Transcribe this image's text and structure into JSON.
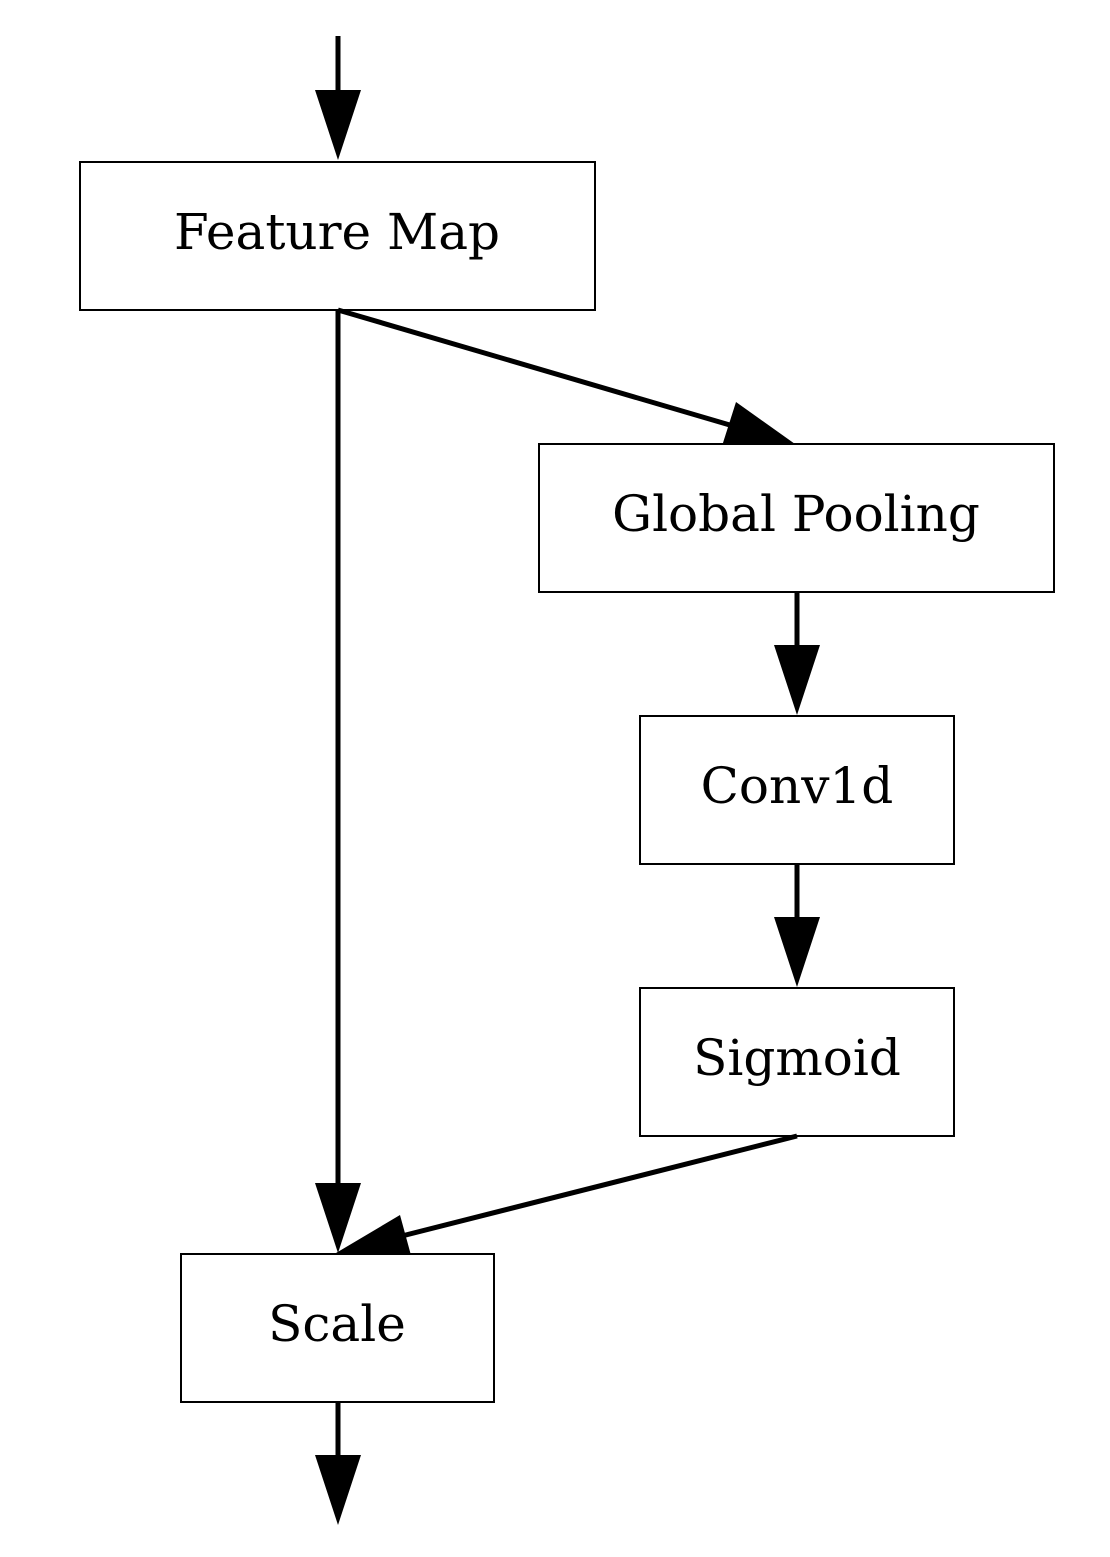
{
  "nodes": {
    "feature_map": "Feature Map",
    "global_pooling": "Global Pooling",
    "conv1d": "Conv1d",
    "sigmoid": "Sigmoid",
    "scale": "Scale"
  },
  "edges": [
    {
      "from": "input",
      "to": "feature_map"
    },
    {
      "from": "feature_map",
      "to": "global_pooling"
    },
    {
      "from": "global_pooling",
      "to": "conv1d"
    },
    {
      "from": "conv1d",
      "to": "sigmoid"
    },
    {
      "from": "sigmoid",
      "to": "scale"
    },
    {
      "from": "feature_map",
      "to": "scale"
    },
    {
      "from": "scale",
      "to": "output"
    }
  ],
  "colors": {
    "stroke": "#000000",
    "background": "#ffffff"
  }
}
